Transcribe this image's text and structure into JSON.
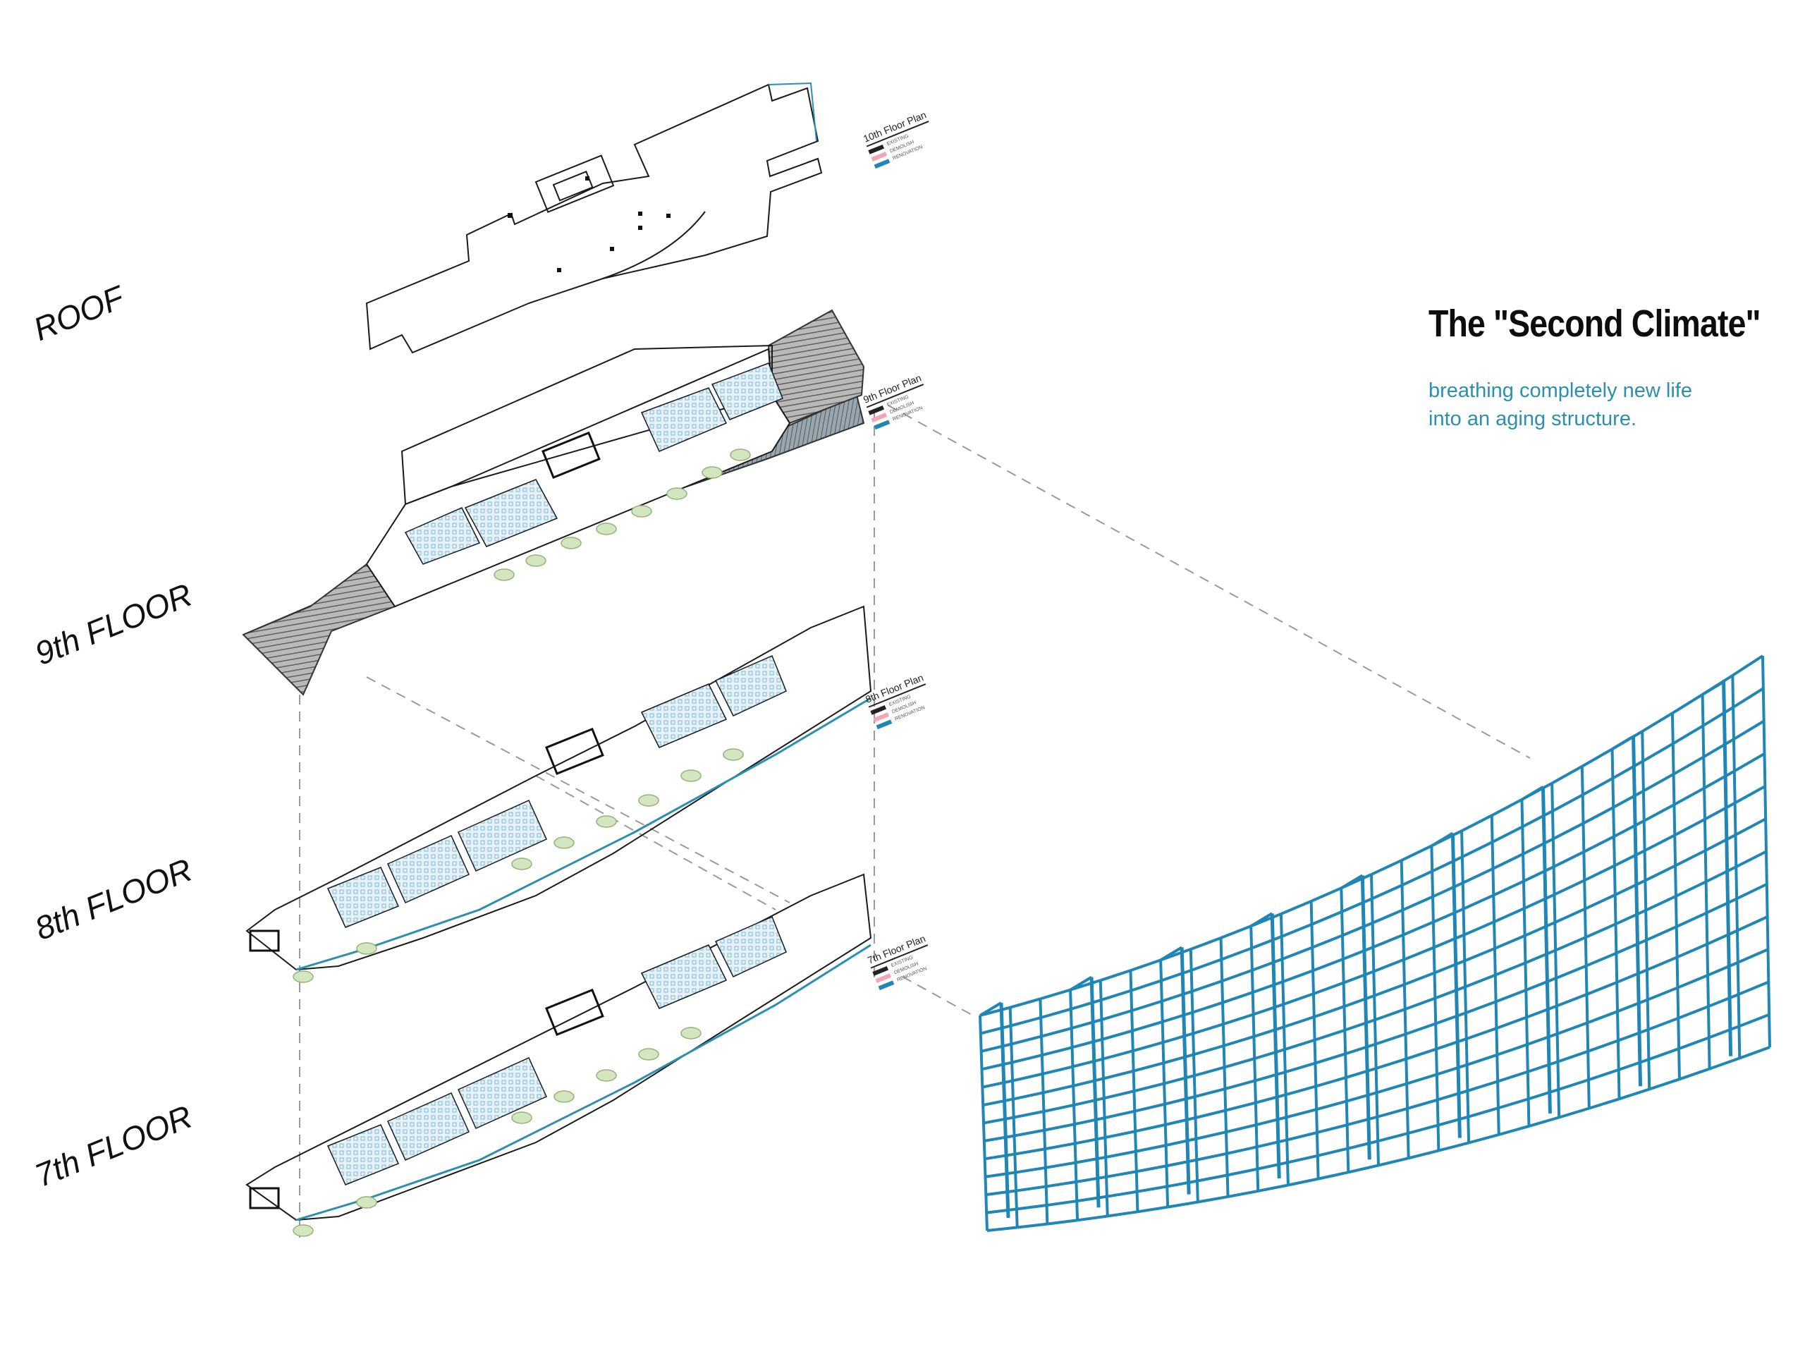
{
  "title": "The \"Second Climate\"",
  "subtitle_lines": [
    "breathing completely new life",
    "into an aging structure."
  ],
  "floor_labels": [
    "ROOF",
    "9th FLOOR",
    "8th FLOOR",
    "7th FLOOR"
  ],
  "legends": [
    {
      "title": "10th Floor Plan",
      "items": [
        "EXISTING",
        "DEMOLISH",
        "RENOVATION"
      ]
    },
    {
      "title": "9th Floor Plan",
      "items": [
        "EXISTING",
        "DEMOLISH",
        "RENOVATION"
      ]
    },
    {
      "title": "8th Floor Plan",
      "items": [
        "EXISTING",
        "DEMOLISH",
        "RENOVATION"
      ]
    },
    {
      "title": "7th Floor Plan",
      "items": [
        "EXISTING",
        "DEMOLISH",
        "RENOVATION"
      ]
    }
  ],
  "colors": {
    "ink": "#111111",
    "accent": "#2a8fb0",
    "structure": "#1f86b5",
    "planting": "#cfe3b8",
    "seating": "#cfe6f2",
    "terrace": "#8f8f8f",
    "legend_existing": "#222222",
    "legend_demolish": "#f4a6b5",
    "legend_renovation": "#1f86b5"
  }
}
